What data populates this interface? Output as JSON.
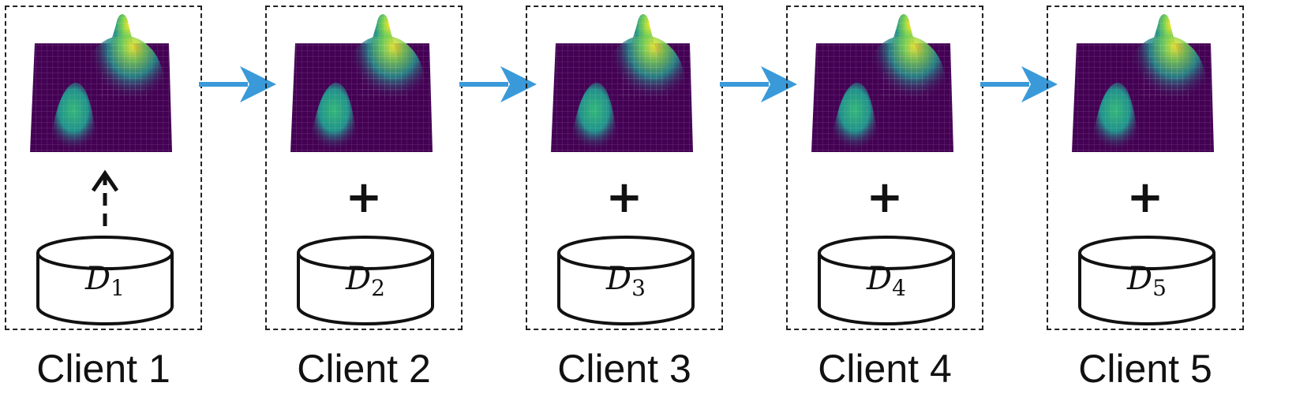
{
  "clients": [
    {
      "label": "Client 1",
      "db_letter": "D",
      "db_index": "1",
      "connector": "dashed-up-arrow"
    },
    {
      "label": "Client 2",
      "db_letter": "D",
      "db_index": "2",
      "connector": "+"
    },
    {
      "label": "Client 3",
      "db_letter": "D",
      "db_index": "3",
      "connector": "+"
    },
    {
      "label": "Client 4",
      "db_letter": "D",
      "db_index": "4",
      "connector": "+"
    },
    {
      "label": "Client 5",
      "db_letter": "D",
      "db_index": "5",
      "connector": "+"
    }
  ],
  "colors": {
    "arrow": "#3a9ad9",
    "surface_low": "#440154",
    "surface_mid": "#21918c",
    "surface_high": "#fde725",
    "border": "#222222"
  },
  "icons": {
    "surface": "3d-surface-plot-icon",
    "database": "database-cylinder-icon",
    "flow_arrow": "right-arrow-icon"
  }
}
